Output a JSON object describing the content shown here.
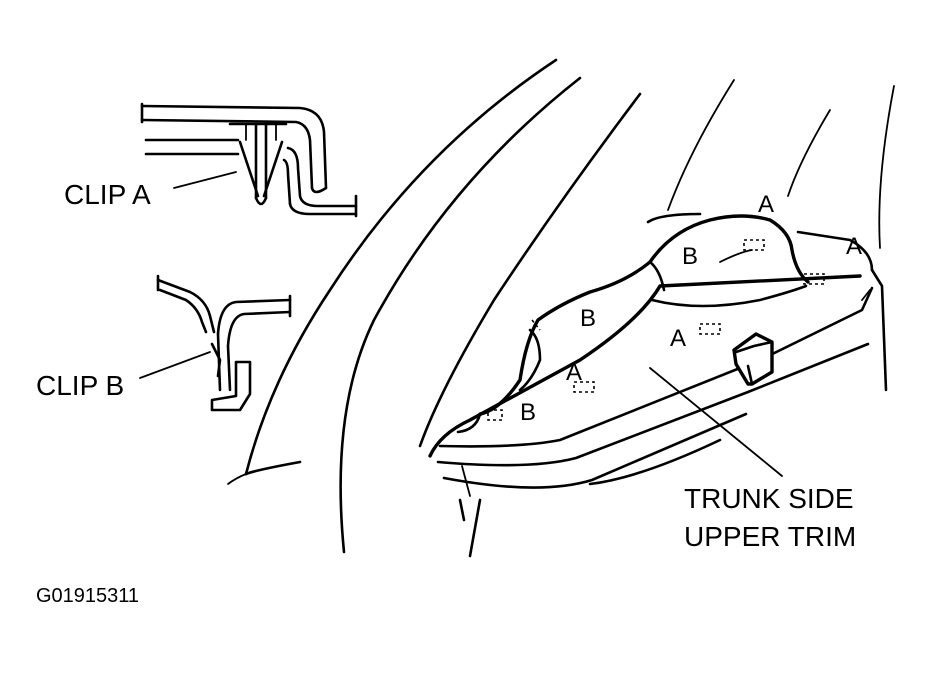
{
  "labels": {
    "clip_a": "CLIP A",
    "clip_b": "CLIP B",
    "trunk_line1": "TRUNK SIDE",
    "trunk_line2": "UPPER TRIM",
    "figure_code": "G01915311"
  },
  "points": {
    "a_top": "A",
    "a_right": "A",
    "a_mid": "A",
    "a_lower": "A",
    "b_upper": "B",
    "b_left": "B",
    "b_lower": "B"
  }
}
